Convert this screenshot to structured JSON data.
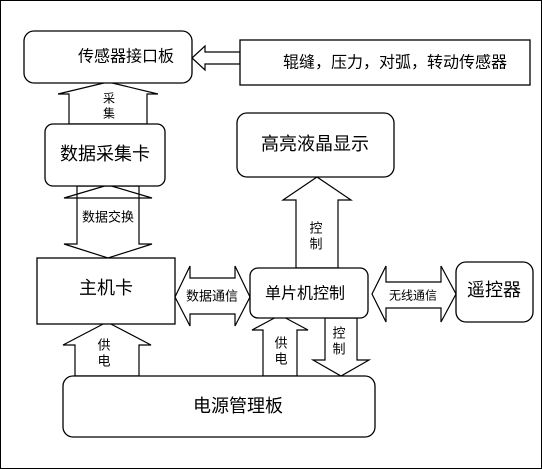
{
  "nodes": {
    "sensor_board": "传感器接口板",
    "sensors": "辊缝，压力，对弧，转动传感器",
    "daq_card": "数据采集卡",
    "lcd": "高亮液晶显示",
    "host_card": "主机卡",
    "mcu": "单片机控制",
    "remote": "遥控器",
    "power_board": "电源管理板"
  },
  "edges": {
    "collect": [
      "采",
      "集"
    ],
    "data_exchange": "数据交换",
    "data_comm": "数据通信",
    "wireless": "无线通信",
    "control_up": [
      "控",
      "制"
    ],
    "control_down": [
      "控",
      "制"
    ],
    "supply_left": [
      "供",
      "电"
    ],
    "supply_mid": [
      "供",
      "电"
    ]
  }
}
